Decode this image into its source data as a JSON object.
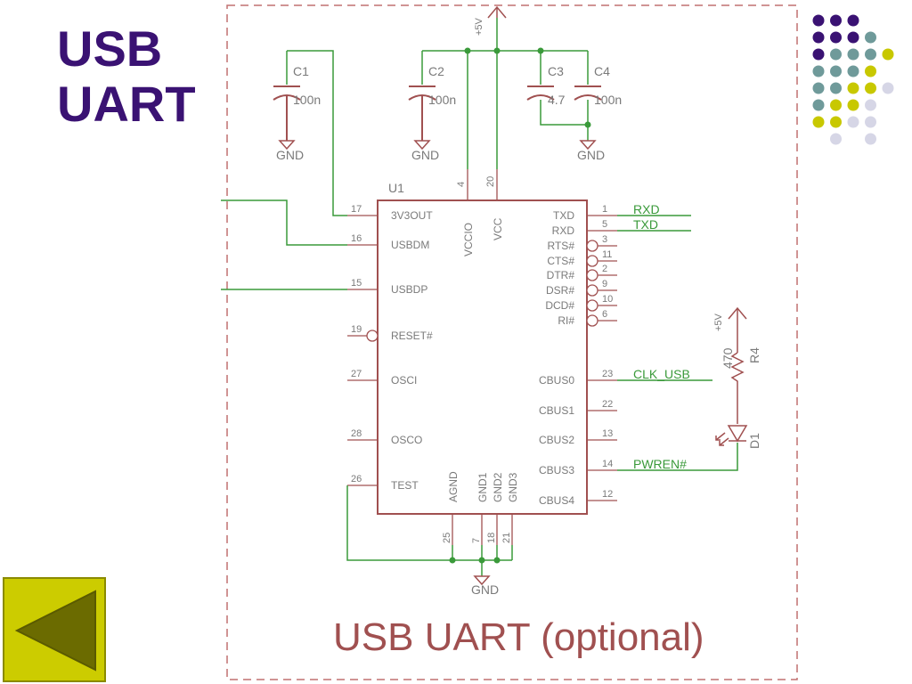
{
  "title": {
    "line1": "USB",
    "line2": "UART"
  },
  "caption": "USB UART (optional)",
  "chip": {
    "ref": "U1",
    "left_pins": [
      {
        "num": "17",
        "name": "3V3OUT"
      },
      {
        "num": "16",
        "name": "USBDM"
      },
      {
        "num": "15",
        "name": "USBDP"
      },
      {
        "num": "19",
        "name": "RESET#"
      },
      {
        "num": "27",
        "name": "OSCI"
      },
      {
        "num": "28",
        "name": "OSCO"
      },
      {
        "num": "26",
        "name": "TEST"
      }
    ],
    "right_pins": [
      {
        "num": "1",
        "name": "TXD"
      },
      {
        "num": "5",
        "name": "RXD"
      },
      {
        "num": "3",
        "name": "RTS#"
      },
      {
        "num": "11",
        "name": "CTS#"
      },
      {
        "num": "2",
        "name": "DTR#"
      },
      {
        "num": "9",
        "name": "DSR#"
      },
      {
        "num": "10",
        "name": "DCD#"
      },
      {
        "num": "6",
        "name": "RI#"
      },
      {
        "num": "23",
        "name": "CBUS0"
      },
      {
        "num": "22",
        "name": "CBUS1"
      },
      {
        "num": "13",
        "name": "CBUS2"
      },
      {
        "num": "14",
        "name": "CBUS3"
      },
      {
        "num": "12",
        "name": "CBUS4"
      }
    ],
    "top_pins": [
      {
        "num": "4",
        "name": "VCCIO"
      },
      {
        "num": "20",
        "name": "VCC"
      }
    ],
    "bottom_pins": [
      {
        "num": "25",
        "name": "AGND"
      },
      {
        "num": "7",
        "name": "GND1"
      },
      {
        "num": "18",
        "name": "GND2"
      },
      {
        "num": "21",
        "name": "GND3"
      }
    ]
  },
  "capacitors": [
    {
      "ref": "C1",
      "value": "100n"
    },
    {
      "ref": "C2",
      "value": "100n"
    },
    {
      "ref": "C3",
      "value": "4.7"
    },
    {
      "ref": "C4",
      "value": "100n"
    }
  ],
  "resistor": {
    "ref": "R4",
    "value": "470"
  },
  "led": {
    "ref": "D1"
  },
  "supply_label": "+5V",
  "ground_label": "GND",
  "net_labels": {
    "rxd": "RXD",
    "txd": "TXD",
    "clk_usb": "CLK_USB",
    "pwren": "PWREN#"
  },
  "colors": {
    "title": "#3a1273",
    "wire": "#3a9a3a",
    "component": "#a05050",
    "pin": "#7a7a7a",
    "border": "#c07070",
    "back_button": "#cccc00"
  },
  "back_button": {
    "icon": "left-triangle-icon"
  }
}
